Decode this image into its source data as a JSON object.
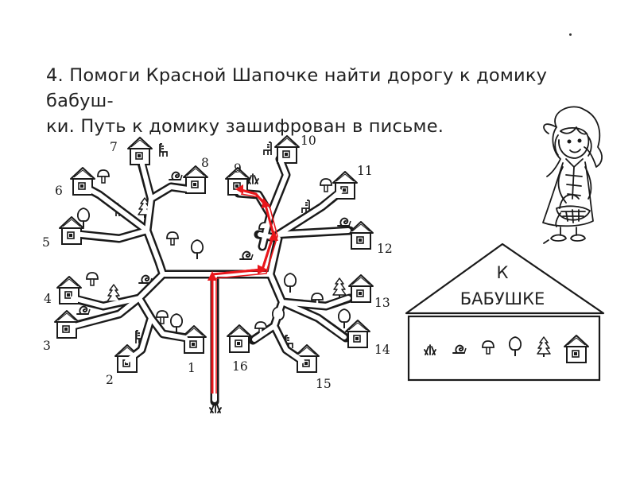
{
  "task": {
    "line1": "4. Помоги Красной Шапочке найти дорогу к домику бабуш-",
    "line2": "ки. Путь к домику зашифрован в письме."
  },
  "houses": [
    "1",
    "2",
    "3",
    "4",
    "5",
    "6",
    "7",
    "8",
    "9",
    "10",
    "11",
    "12",
    "13",
    "14",
    "15",
    "16"
  ],
  "letter": {
    "line1": "К",
    "line2": "БАБУШКЕ",
    "symbols": [
      "grass-icon",
      "snail-icon",
      "mushroom-icon",
      "tree-icon",
      "fir-tree-icon",
      "house-icon"
    ]
  },
  "colors": {
    "path": "#e8161b",
    "ink": "#1a1a1a"
  }
}
